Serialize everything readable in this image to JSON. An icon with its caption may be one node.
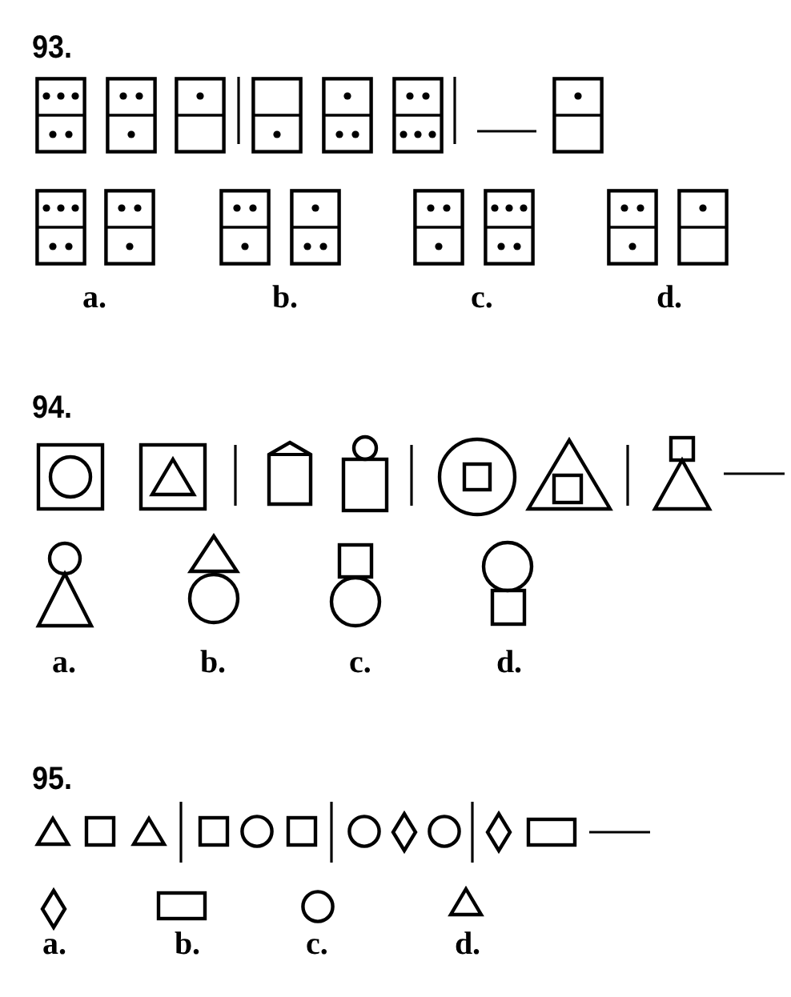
{
  "diagram": {
    "labels": [
      "93.",
      "a.",
      "b.",
      "c.",
      "d.",
      "94.",
      "a.",
      "b.",
      "c.",
      "d.",
      "95.",
      "a.",
      "b.",
      "c.",
      "d."
    ]
  }
}
